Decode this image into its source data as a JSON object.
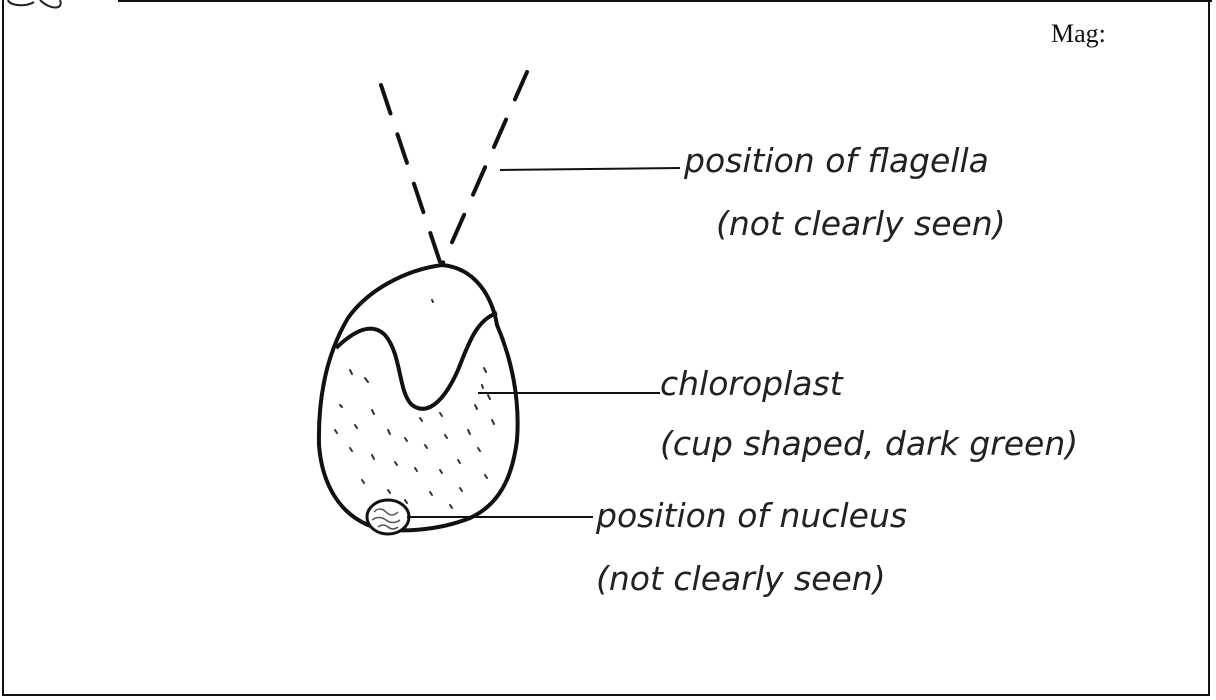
{
  "header": {
    "mag_label": "Mag:"
  },
  "labels": {
    "flagella": {
      "line1": "position of flagella",
      "line2": "(not clearly seen)"
    },
    "chloroplast": {
      "line1": "chloroplast",
      "line2": "(cup shaped, dark green)"
    },
    "nucleus": {
      "line1": "position of nucleus",
      "line2": "(not clearly seen)"
    }
  },
  "colors": {
    "ink": "#111111",
    "background": "#ffffff"
  }
}
